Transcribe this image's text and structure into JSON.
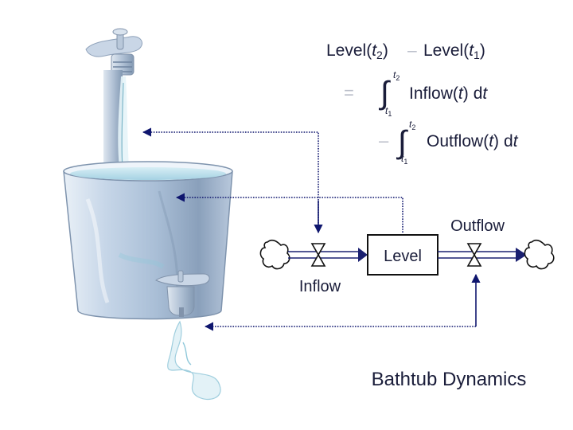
{
  "equation": {
    "line1_lhs_a": "Level(",
    "t2_sym": "t",
    "t2_sub": "2",
    "close_paren": ")",
    "minus": "–",
    "line1_lhs_b": "Level(",
    "t1_sym": "t",
    "t1_sub": "1",
    "equals": "=",
    "integral": "∫",
    "upper_limit": "t",
    "upper_sub": "2",
    "lower_limit": "t",
    "lower_sub": "1",
    "inflow_term": "Inflow(",
    "outflow_term": "Outflow(",
    "var_t": "t",
    "dt": "d",
    "dt_var": "t"
  },
  "diagram": {
    "stock_label": "Level",
    "inflow_label": "Inflow",
    "outflow_label": "Outflow",
    "title": "Bathtub Dynamics"
  },
  "colors": {
    "arrow": "#0f166e",
    "stock_border": "#111111",
    "water": "#bfe0ee",
    "tub_light": "#dfe9f4",
    "tub_dark": "#7e93ad"
  }
}
